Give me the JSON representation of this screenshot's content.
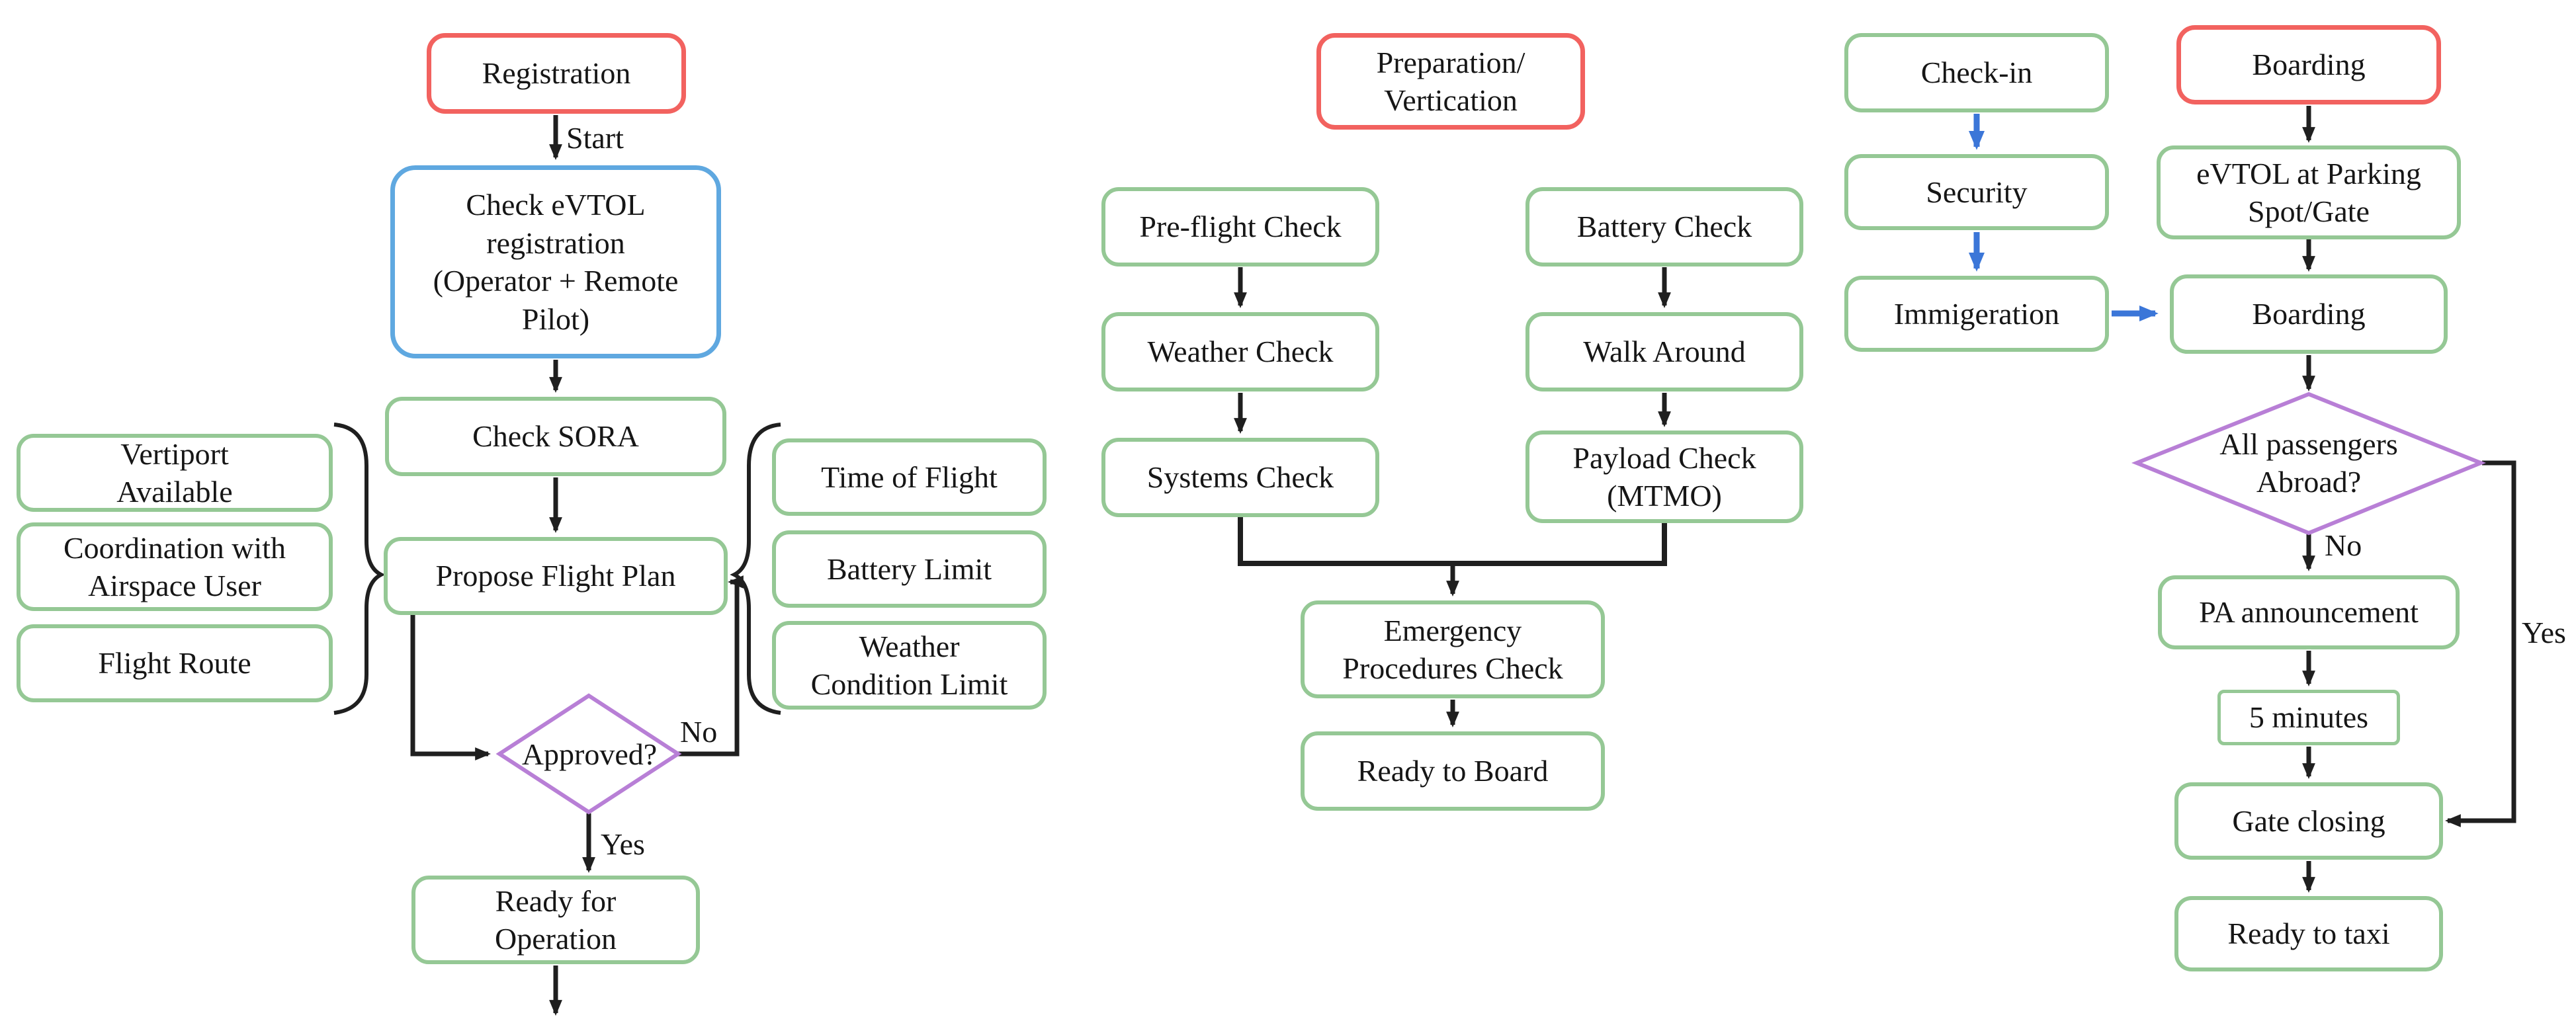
{
  "figure": {
    "type": "flowchart",
    "background": "#ffffff"
  },
  "palette": {
    "red_border": "#F2625F",
    "blue_border": "#5FA8E0",
    "green_border": "#95C895",
    "purple_border": "#B87FD6",
    "blue_arrow": "#3B76D8",
    "black_line": "#1F1F1F",
    "text": "#161616"
  },
  "registration_flow": {
    "header": "Registration",
    "start_label": "Start",
    "check_evtol": "Check eVTOL\nregistration\n(Operator + Remote\nPilot)",
    "check_sora": "Check SORA",
    "propose_flight_plan": "Propose Flight Plan",
    "left_inputs": [
      "Vertiport\nAvailable",
      "Coordination with\nAirspace User",
      "Flight Route"
    ],
    "right_inputs": [
      "Time of Flight",
      "Battery Limit",
      "Weather\nCondition Limit"
    ],
    "decision": "Approved?",
    "no_label": "No",
    "yes_label": "Yes",
    "ready_for_operation": "Ready for\nOperation"
  },
  "preparation_flow": {
    "header": "Preparation/\nVertication",
    "left_branch": [
      "Pre-flight Check",
      "Weather Check",
      "Systems Check"
    ],
    "right_branch": [
      "Battery Check",
      "Walk Around",
      "Payload Check\n(MTMO)"
    ],
    "emergency": "Emergency\nProcedures Check",
    "ready_to_board": "Ready to Board"
  },
  "checkin_flow": {
    "steps": [
      "Check-in",
      "Security",
      "Immigeration"
    ]
  },
  "boarding_flow": {
    "header": "Boarding",
    "evtol_parking": "eVTOL at Parking\nSpot/Gate",
    "boarding": "Boarding",
    "decision": "All passengers\nAbroad?",
    "no_label": "No",
    "yes_label": "Yes",
    "pa_announcement": "PA announcement",
    "five_minutes": "5 minutes",
    "gate_closing": "Gate closing",
    "ready_to_taxi": "Ready to taxi"
  }
}
